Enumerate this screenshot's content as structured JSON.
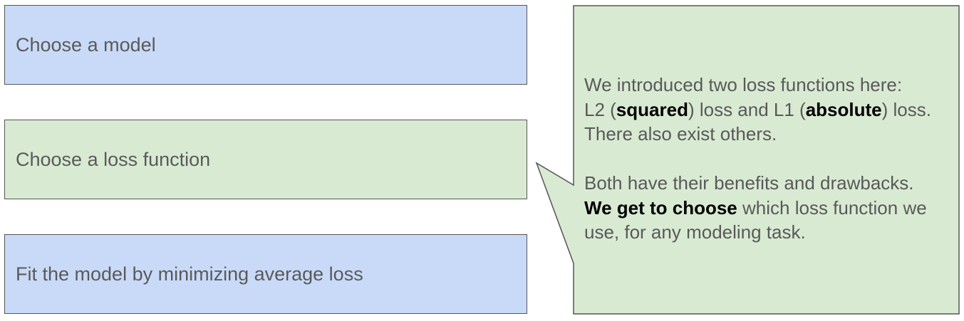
{
  "steps": [
    {
      "label": "Choose a model",
      "color": "#c9daf8"
    },
    {
      "label": "Choose a loss function",
      "color": "#d9ead3"
    },
    {
      "label": "Fit the model by minimizing average loss",
      "color": "#c9daf8"
    }
  ],
  "callout": {
    "color": "#d9ead3",
    "p1_a": "We introduced two loss functions here:",
    "p1_b": "L2 (",
    "p1_c": "squared",
    "p1_d": ") loss and L1 (",
    "p1_e": "absolute",
    "p1_f": ") loss.",
    "p1_g": "There also exist others.",
    "p2_a": "Both have their benefits and drawbacks.",
    "p2_b": "We get to choose",
    "p2_c": " which loss function we use, for any modeling task."
  }
}
